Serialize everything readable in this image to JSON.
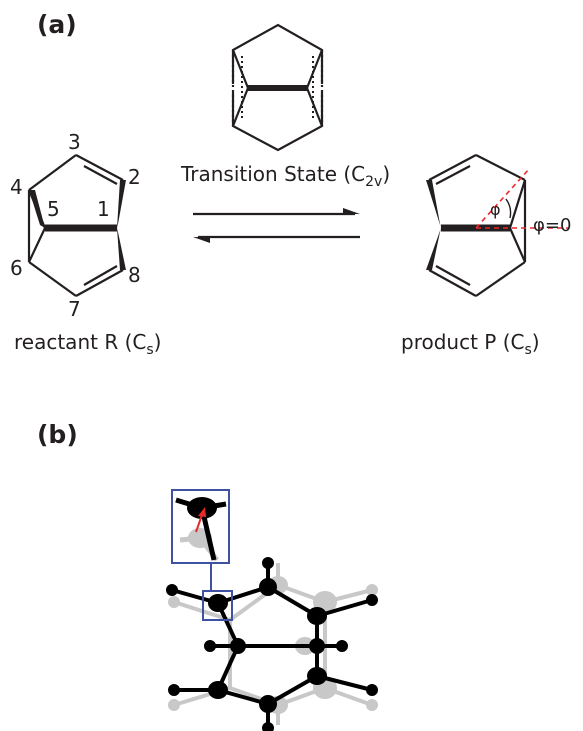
{
  "panels": {
    "a": "(a)",
    "b": "(b)"
  },
  "labels": {
    "transition_state_prefix": "Transition State (C",
    "transition_state_sub": "2v",
    "transition_state_suffix": ")",
    "reactant_prefix": "reactant R (C",
    "reactant_sub": "s",
    "reactant_suffix": ")",
    "product_prefix": "product P (C",
    "product_sub": "s",
    "product_suffix": ")",
    "phi": "φ",
    "phi_zero": "φ=0"
  },
  "atom_numbers": [
    "1",
    "2",
    "3",
    "4",
    "5",
    "6",
    "7",
    "8"
  ],
  "colors": {
    "ink": "#231f20",
    "dash_red": "#e8292c",
    "box_blue": "#3f51a3",
    "ghost": "#c8c8c8",
    "arrow_red": "#e8292c"
  }
}
